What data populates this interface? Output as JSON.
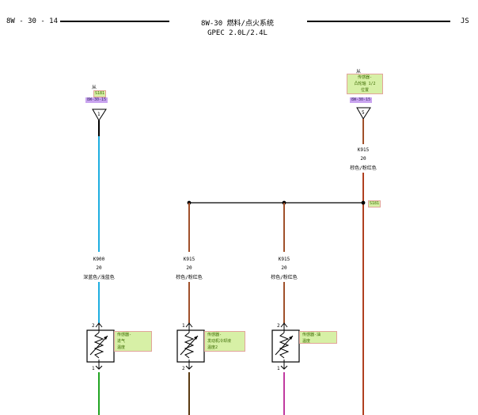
{
  "header": {
    "page_code": "8W - 30 - 14",
    "title": "8W-30 燃料/点火系统",
    "subtitle": "GPEC 2.0L/2.4L",
    "model": "JS"
  },
  "left_source": {
    "from_label": "从",
    "splice": "S181",
    "ref": "8W-30-15",
    "pin": "1"
  },
  "right_source": {
    "from_label": "从",
    "sensor_lines": [
      "传感器-",
      "凸轮轴 1/2",
      "位置"
    ],
    "ref": "8W-30-15",
    "pin": "5",
    "wire_code": "K915",
    "wire_gauge": "20",
    "wire_color": "棕色/粉红色",
    "splice": "S181"
  },
  "circuits": [
    {
      "wire_code": "K900",
      "wire_gauge": "20",
      "wire_color": "深蓝色/浅蓝色",
      "pin_top": "2",
      "pin_bottom": "1",
      "sensor_lines": [
        "传感器-",
        "进气",
        "温度"
      ]
    },
    {
      "wire_code": "K915",
      "wire_gauge": "20",
      "wire_color": "棕色/粉红色",
      "pin_top": "1",
      "pin_bottom": "2",
      "sensor_lines": [
        "传感器-",
        "发动机冷却液",
        "温度2"
      ]
    },
    {
      "wire_code": "K915",
      "wire_gauge": "20",
      "wire_color": "棕色/粉红色",
      "pin_top": "2",
      "pin_bottom": "1",
      "sensor_lines": [
        "传感器-油",
        "温度"
      ]
    }
  ],
  "colors": {
    "blue_wire": "#1eaee0",
    "brown_wire": "#a0502a",
    "green_wire": "#22a422",
    "olive_wire": "#5a3a10",
    "magenta_wire": "#c03aa0",
    "dark_orange_wire": "#b04020",
    "label_green": "#d7f0a6",
    "label_border": "#e2a49a",
    "ref_purple": "#c9a4ef"
  }
}
